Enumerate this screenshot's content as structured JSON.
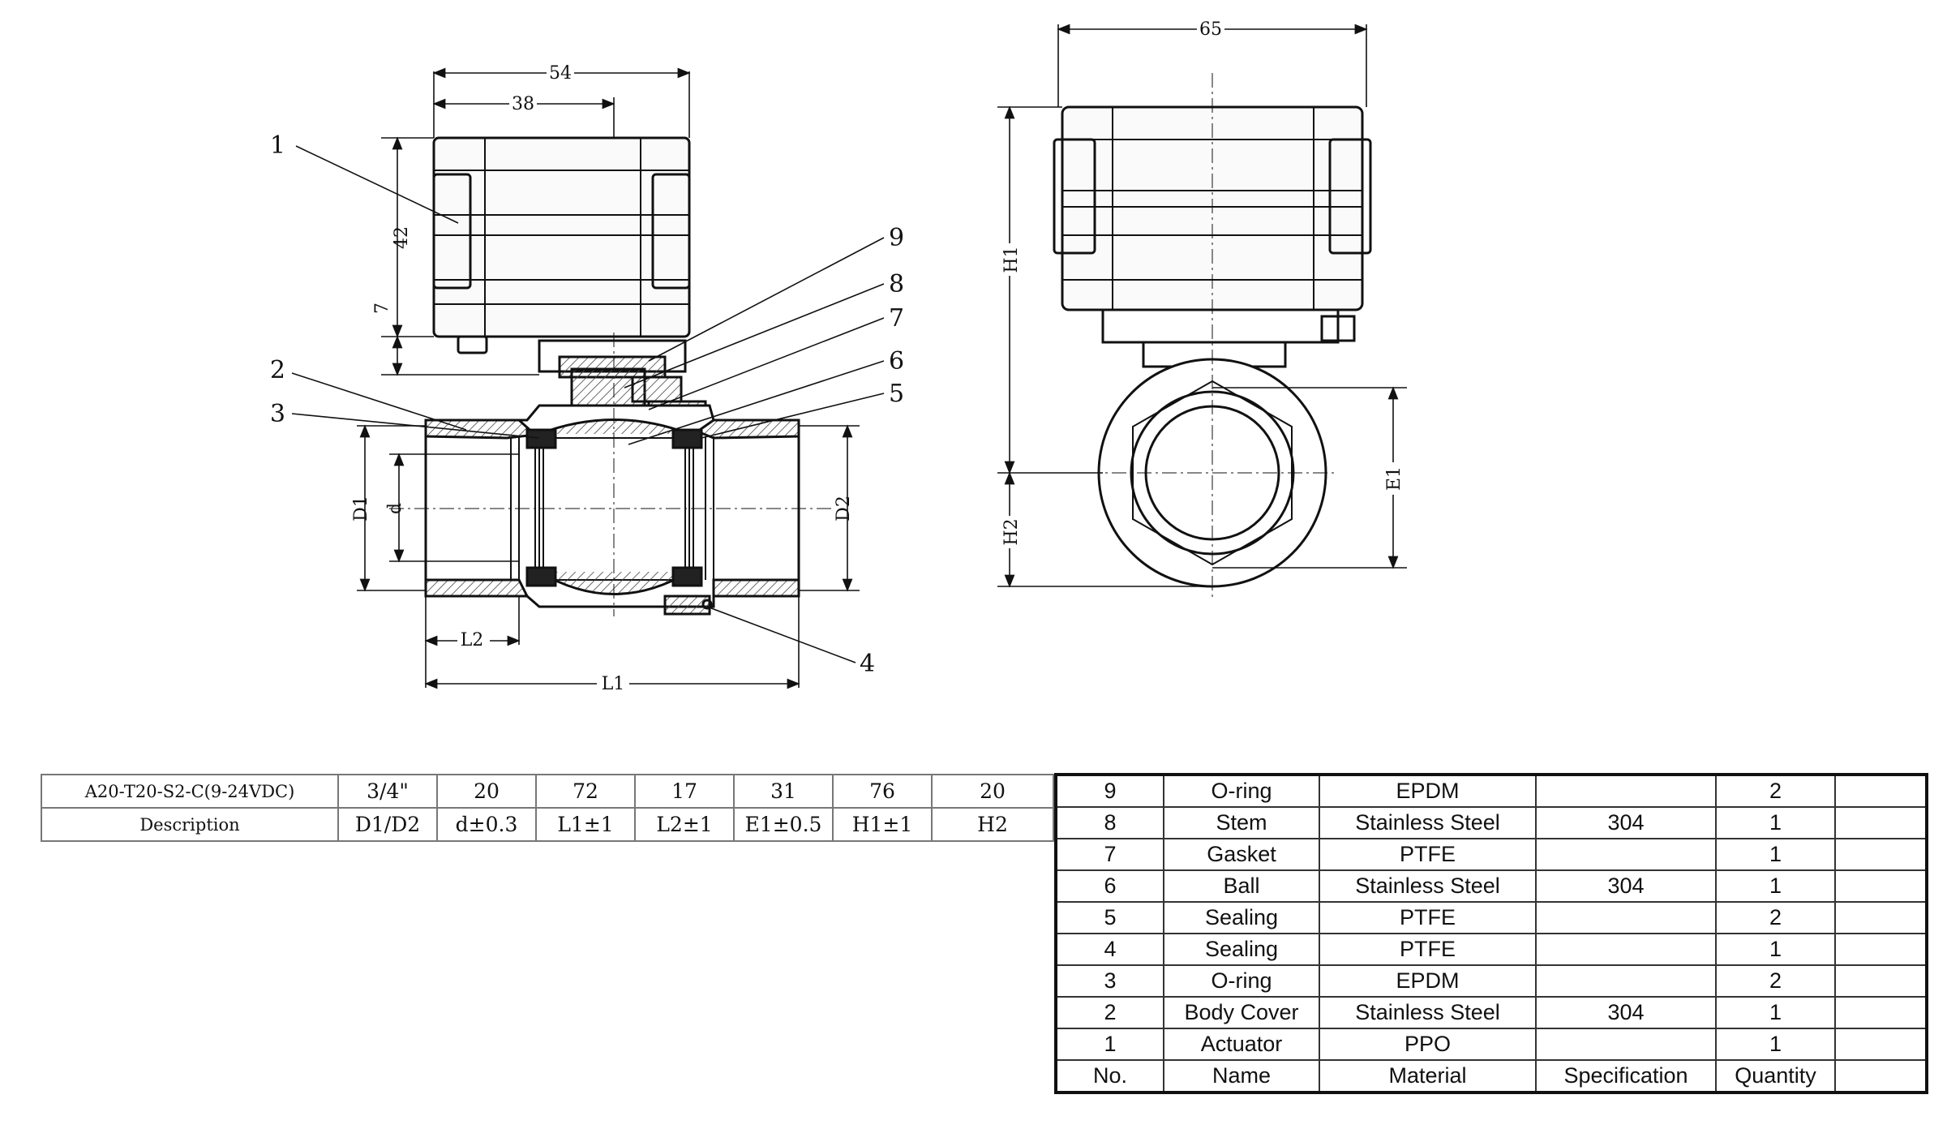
{
  "callouts": [
    "1",
    "2",
    "3",
    "4",
    "5",
    "6",
    "7",
    "8",
    "9"
  ],
  "front_view_dims": {
    "width_outer": "54",
    "width_inner": "38",
    "height_actuator": "42",
    "height_gap": "7",
    "d1": "D1",
    "d": "d",
    "d2": "D2",
    "l2": "L2",
    "l1": "L1"
  },
  "side_view_dims": {
    "width": "65",
    "h1": "H1",
    "h2": "H2",
    "e1": "E1"
  },
  "spec_table": {
    "row_values": [
      "A20-T20-S2-C(9-24VDC)",
      "3/4\"",
      "20",
      "72",
      "17",
      "31",
      "76",
      "20"
    ],
    "row_labels": [
      "Description",
      "D1/D2",
      "d±0.3",
      "L1±1",
      "L2±1",
      "E1±0.5",
      "H1±1",
      "H2"
    ]
  },
  "bom_table": {
    "rows": [
      {
        "no": "9",
        "name": "O-ring",
        "material": "EPDM",
        "spec": "",
        "qty": "2"
      },
      {
        "no": "8",
        "name": "Stem",
        "material": "Stainless Steel",
        "spec": "304",
        "qty": "1"
      },
      {
        "no": "7",
        "name": "Gasket",
        "material": "PTFE",
        "spec": "",
        "qty": "1"
      },
      {
        "no": "6",
        "name": "Ball",
        "material": "Stainless Steel",
        "spec": "304",
        "qty": "1"
      },
      {
        "no": "5",
        "name": "Sealing",
        "material": "PTFE",
        "spec": "",
        "qty": "2"
      },
      {
        "no": "4",
        "name": "Sealing",
        "material": "PTFE",
        "spec": "",
        "qty": "1"
      },
      {
        "no": "3",
        "name": "O-ring",
        "material": "EPDM",
        "spec": "",
        "qty": "2"
      },
      {
        "no": "2",
        "name": "Body Cover",
        "material": "Stainless Steel",
        "spec": "304",
        "qty": "1"
      },
      {
        "no": "1",
        "name": "Actuator",
        "material": "PPO",
        "spec": "",
        "qty": "1"
      }
    ],
    "header": {
      "no": "No.",
      "name": "Name",
      "material": "Material",
      "spec": "Specification",
      "qty": "Quantity"
    }
  }
}
